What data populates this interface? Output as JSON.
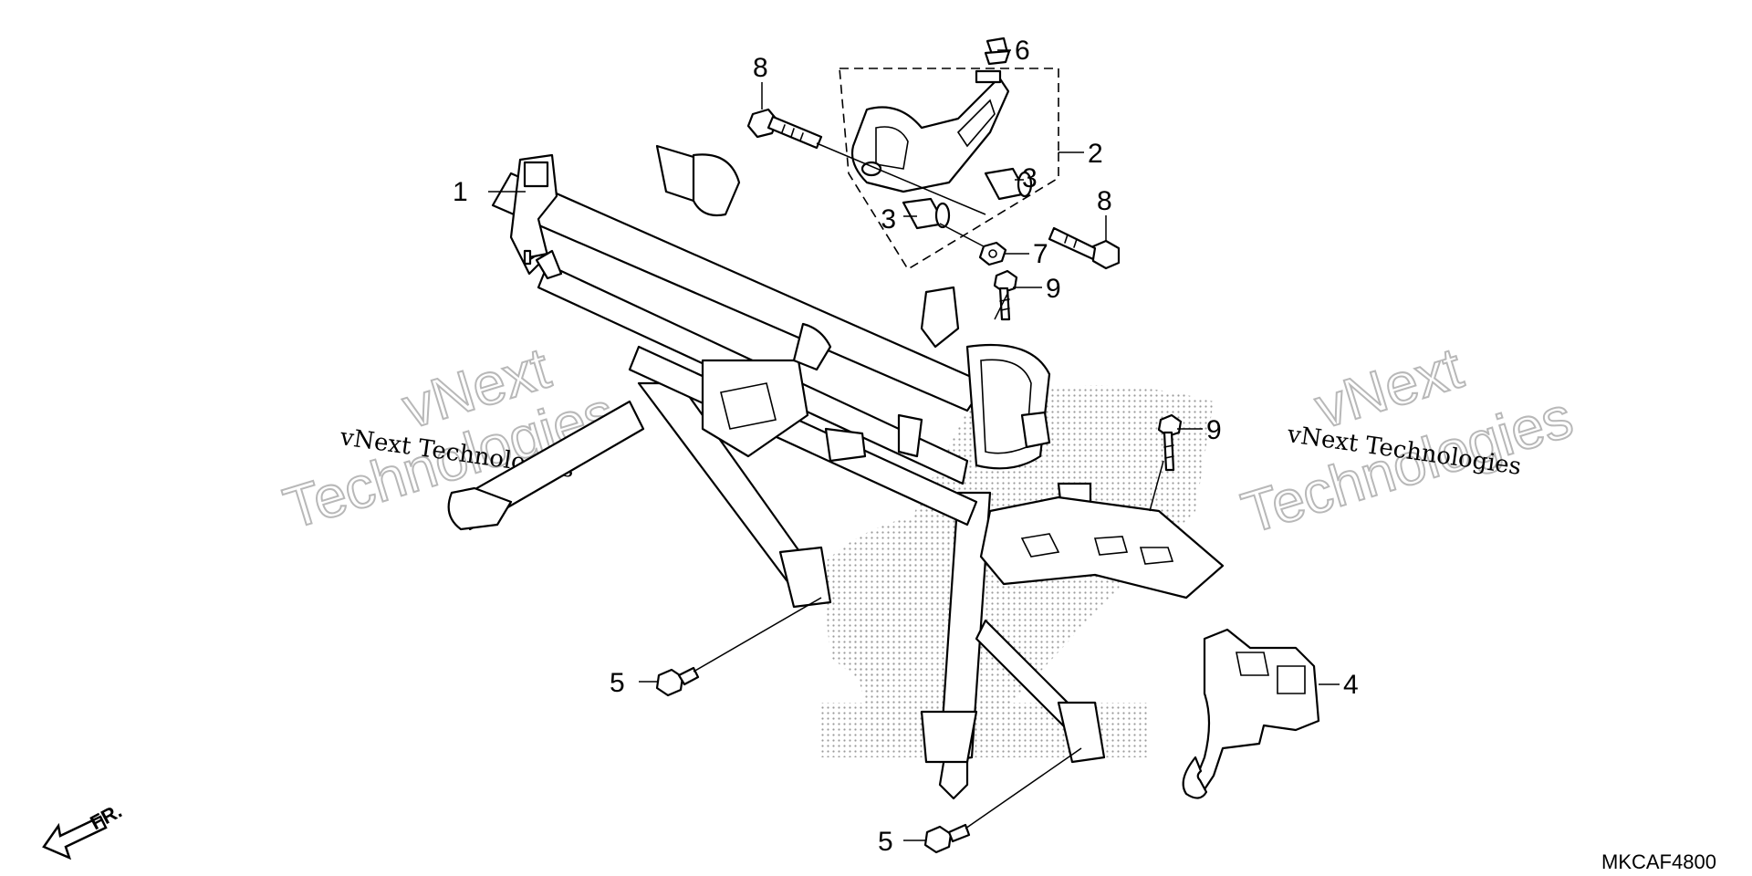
{
  "callouts": [
    {
      "id": "1",
      "label": "1"
    },
    {
      "id": "2",
      "label": "2"
    },
    {
      "id": "3a",
      "label": "3"
    },
    {
      "id": "3b",
      "label": "3"
    },
    {
      "id": "4",
      "label": "4"
    },
    {
      "id": "5a",
      "label": "5"
    },
    {
      "id": "5b",
      "label": "5"
    },
    {
      "id": "6",
      "label": "6"
    },
    {
      "id": "7",
      "label": "7"
    },
    {
      "id": "8a",
      "label": "8"
    },
    {
      "id": "8b",
      "label": "8"
    },
    {
      "id": "9a",
      "label": "9"
    },
    {
      "id": "9b",
      "label": "9"
    }
  ],
  "watermark": {
    "small_text": "vNext Technologies",
    "big_line1": "vNext",
    "big_line2": "Technologies"
  },
  "front_indicator": "FR.",
  "diagram_code": "MKCAF4800",
  "colors": {
    "line": "#000000",
    "background": "#ffffff",
    "shading": "#b8b8b8"
  }
}
